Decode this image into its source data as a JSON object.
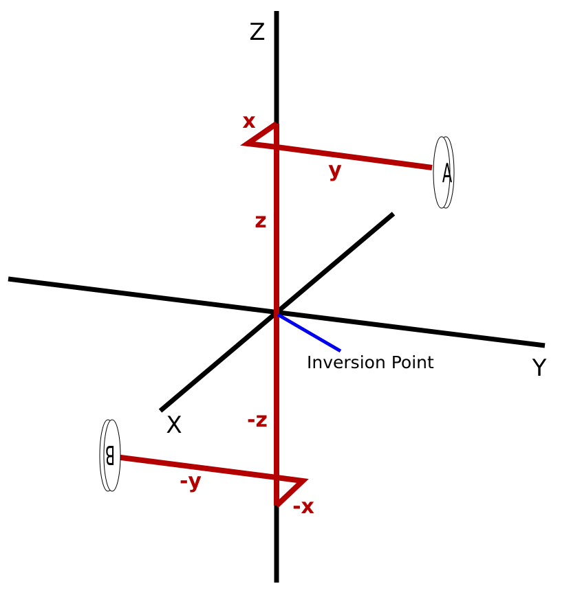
{
  "axes": {
    "z_label": "Z",
    "x_label": "X",
    "y_label": "Y"
  },
  "displacement_labels": {
    "x": "x",
    "y": "y",
    "z": "z",
    "neg_x": "-x",
    "neg_y": "-y",
    "neg_z": "-z"
  },
  "objects": {
    "a_label": "A",
    "b_label": "B"
  },
  "annotation": {
    "inversion_point": "Inversion Point"
  },
  "colors": {
    "axis": "#000000",
    "path": "#b30000",
    "pointer": "#0000ee",
    "disc_outline": "#000000"
  }
}
